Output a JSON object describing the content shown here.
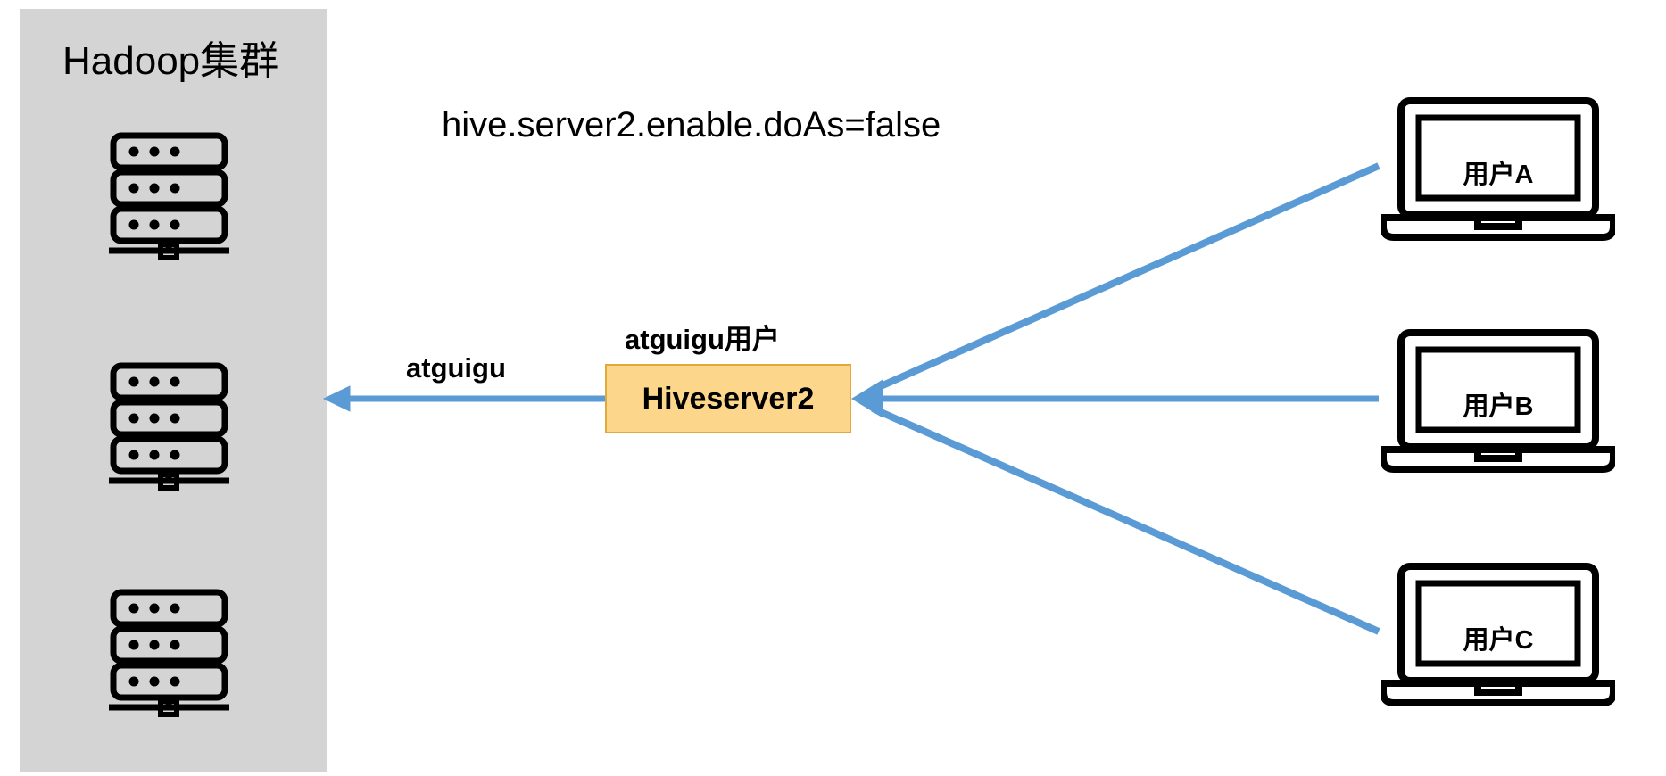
{
  "diagram": {
    "title_text": "hive.server2.enable.doAs=false",
    "cluster": {
      "label": "Hadoop集群",
      "background_color": "#d4d4d4",
      "nodes": [
        {
          "name": "server-node-1",
          "icon": "server-rack-icon"
        },
        {
          "name": "server-node-2",
          "icon": "server-rack-icon"
        },
        {
          "name": "server-node-3",
          "icon": "server-rack-icon"
        }
      ]
    },
    "service": {
      "box_label": "Hiveserver2",
      "box_fill_color": "#fcd68a",
      "box_border_color": "#e0a93a",
      "user_label": "atguigu用户"
    },
    "arrows": {
      "outgoing_label": "atguigu",
      "arrow_color": "#5b9bd5"
    },
    "clients": [
      {
        "name": "client-laptop-a",
        "label": "用户A",
        "icon": "laptop-icon"
      },
      {
        "name": "client-laptop-b",
        "label": "用户B",
        "icon": "laptop-icon"
      },
      {
        "name": "client-laptop-c",
        "label": "用户C",
        "icon": "laptop-icon"
      }
    ]
  }
}
